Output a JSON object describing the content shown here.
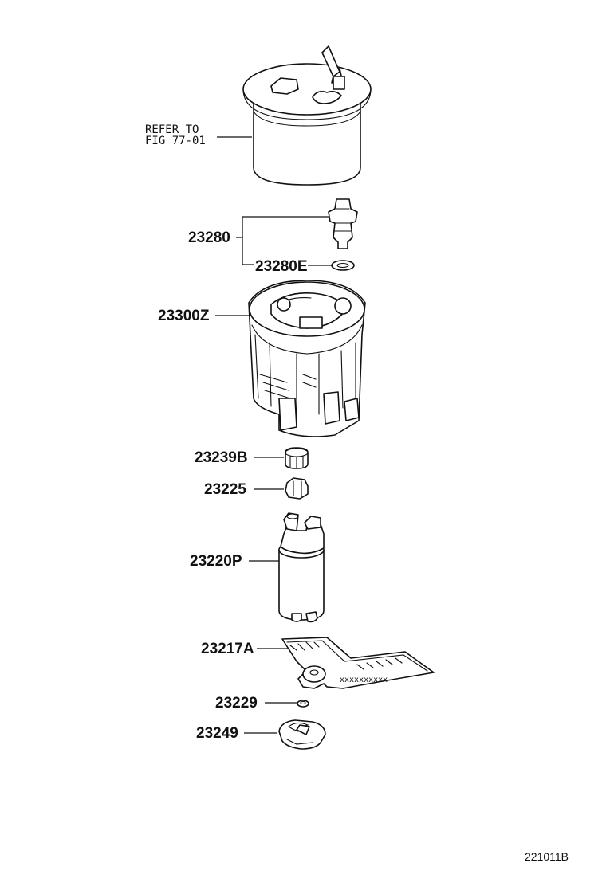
{
  "reference": {
    "line1": "REFER TO",
    "line2": "FIG 77-01"
  },
  "parts": {
    "p23280": "23280",
    "p23280E": "23280E",
    "p23300Z": "23300Z",
    "p23239B": "23239B",
    "p23225": "23225",
    "p23220P": "23220P",
    "p23217A": "23217A",
    "p23229": "23229",
    "p23249": "23249"
  },
  "figure_code": "221011B",
  "gasket_marking": "xxxxxxxxxx"
}
